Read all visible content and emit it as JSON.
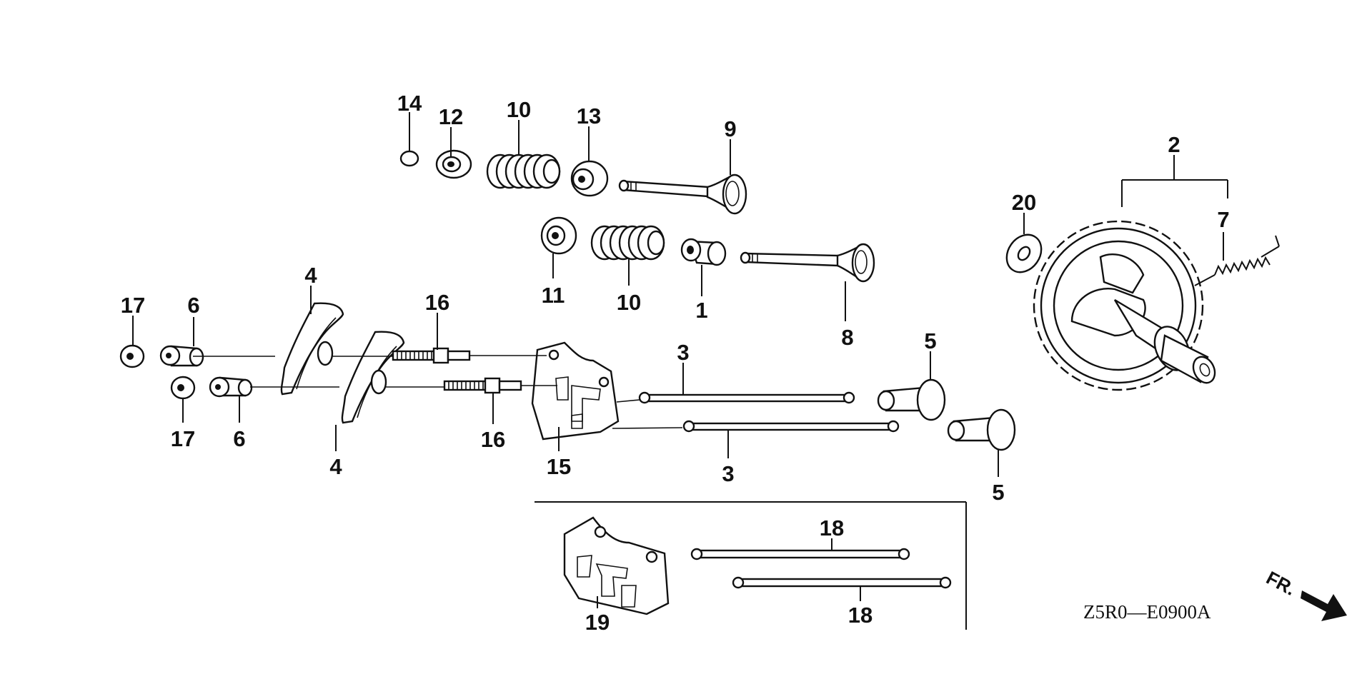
{
  "diagram_code": "Z5R0—E0900A",
  "direction_label": "FR.",
  "callouts": [
    {
      "id": "c-14",
      "label": "14"
    },
    {
      "id": "c-12",
      "label": "12"
    },
    {
      "id": "c-10a",
      "label": "10"
    },
    {
      "id": "c-13",
      "label": "13"
    },
    {
      "id": "c-9",
      "label": "9"
    },
    {
      "id": "c-11",
      "label": "11"
    },
    {
      "id": "c-10b",
      "label": "10"
    },
    {
      "id": "c-1",
      "label": "1"
    },
    {
      "id": "c-8",
      "label": "8"
    },
    {
      "id": "c-2",
      "label": "2"
    },
    {
      "id": "c-20",
      "label": "20"
    },
    {
      "id": "c-7",
      "label": "7"
    },
    {
      "id": "c-4a",
      "label": "4"
    },
    {
      "id": "c-17a",
      "label": "17"
    },
    {
      "id": "c-6a",
      "label": "6"
    },
    {
      "id": "c-16a",
      "label": "16"
    },
    {
      "id": "c-3a",
      "label": "3"
    },
    {
      "id": "c-5a",
      "label": "5"
    },
    {
      "id": "c-17b",
      "label": "17"
    },
    {
      "id": "c-6b",
      "label": "6"
    },
    {
      "id": "c-4b",
      "label": "4"
    },
    {
      "id": "c-16b",
      "label": "16"
    },
    {
      "id": "c-15",
      "label": "15"
    },
    {
      "id": "c-3b",
      "label": "3"
    },
    {
      "id": "c-5b",
      "label": "5"
    },
    {
      "id": "c-18a",
      "label": "18"
    },
    {
      "id": "c-18b",
      "label": "18"
    },
    {
      "id": "c-19",
      "label": "19"
    }
  ]
}
